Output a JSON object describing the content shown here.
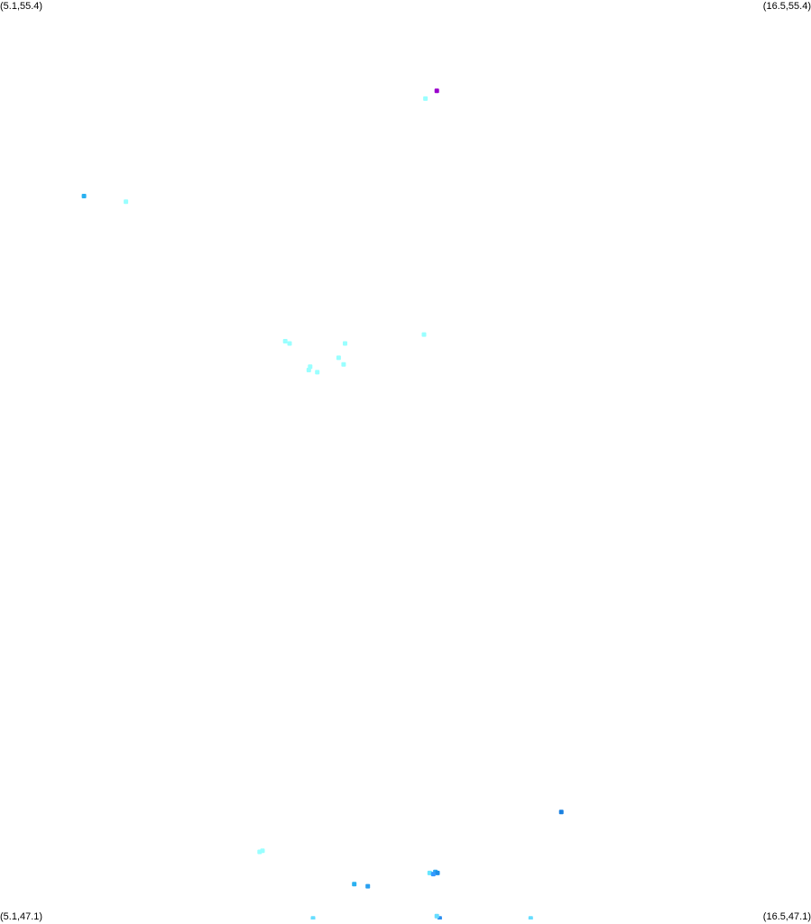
{
  "map": {
    "corners": {
      "top_left": "(5.1,55.4)",
      "top_right": "(16.5,55.4)",
      "bottom_left": "(5.1,47.1)",
      "bottom_right": "(16.5,47.1)"
    },
    "bounds": {
      "lon_min": 5.1,
      "lon_max": 16.5,
      "lat_min": 47.1,
      "lat_max": 55.4
    },
    "background_color": "#ffffff",
    "points": [
      {
        "lon": 11.24,
        "lat": 54.58,
        "color": "#9900cc"
      },
      {
        "lon": 11.08,
        "lat": 54.51,
        "color": "#99ffff"
      },
      {
        "lon": 6.28,
        "lat": 53.63,
        "color": "#29b0f0"
      },
      {
        "lon": 6.87,
        "lat": 53.58,
        "color": "#99ffff"
      },
      {
        "lon": 9.11,
        "lat": 52.32,
        "color": "#99ffff"
      },
      {
        "lon": 9.17,
        "lat": 52.3,
        "color": "#99ffff"
      },
      {
        "lon": 11.06,
        "lat": 52.38,
        "color": "#99ffff"
      },
      {
        "lon": 9.95,
        "lat": 52.3,
        "color": "#99ffff"
      },
      {
        "lon": 9.86,
        "lat": 52.17,
        "color": "#99ffff"
      },
      {
        "lon": 9.93,
        "lat": 52.11,
        "color": "#99ffff"
      },
      {
        "lon": 9.46,
        "lat": 52.09,
        "color": "#99ffff"
      },
      {
        "lon": 9.44,
        "lat": 52.06,
        "color": "#99ffff"
      },
      {
        "lon": 9.56,
        "lat": 52.04,
        "color": "#99ffff"
      },
      {
        "lon": 12.99,
        "lat": 48.07,
        "color": "#1a80e0"
      },
      {
        "lon": 8.75,
        "lat": 47.71,
        "color": "#99ffff"
      },
      {
        "lon": 8.79,
        "lat": 47.72,
        "color": "#99ffff"
      },
      {
        "lon": 11.14,
        "lat": 47.52,
        "color": "#66e6ff"
      },
      {
        "lon": 11.22,
        "lat": 47.53,
        "color": "#29a8f0"
      },
      {
        "lon": 11.25,
        "lat": 47.52,
        "color": "#1f8ee6"
      },
      {
        "lon": 11.19,
        "lat": 47.51,
        "color": "#3399ff"
      },
      {
        "lon": 10.08,
        "lat": 47.42,
        "color": "#29b0f0"
      },
      {
        "lon": 10.27,
        "lat": 47.4,
        "color": "#29a0f0"
      },
      {
        "lon": 11.28,
        "lat": 47.11,
        "color": "#2b8ef0"
      },
      {
        "lon": 11.24,
        "lat": 47.13,
        "color": "#66ddff"
      },
      {
        "lon": 9.5,
        "lat": 47.11,
        "color": "#66ddff"
      },
      {
        "lon": 12.56,
        "lat": 47.11,
        "color": "#66ddff"
      }
    ]
  }
}
